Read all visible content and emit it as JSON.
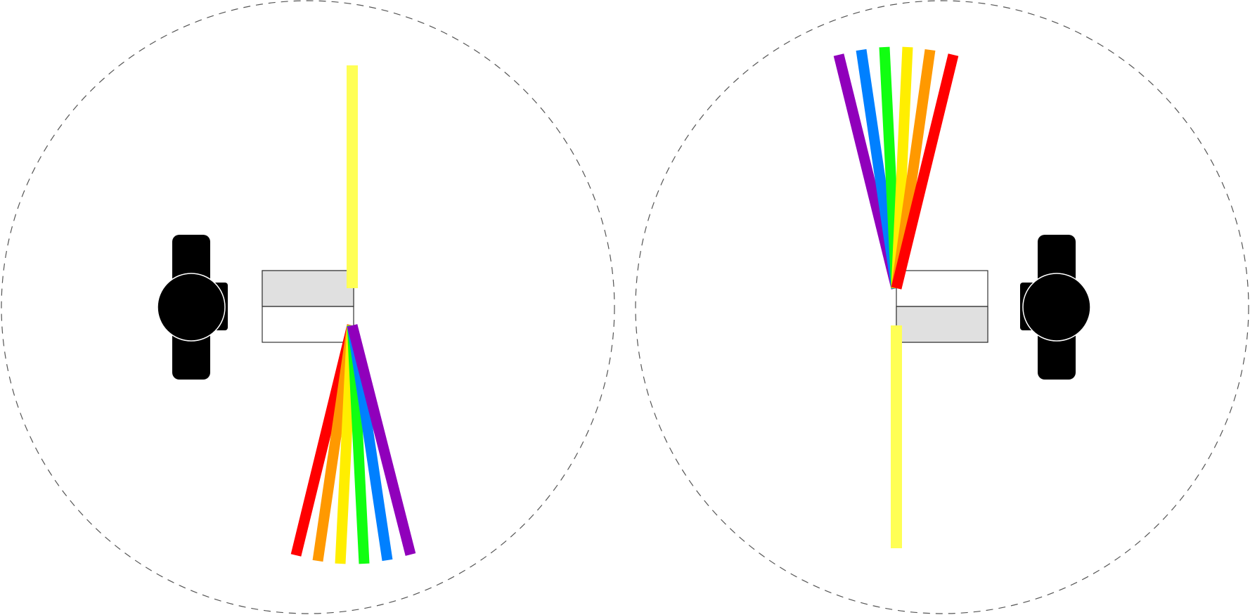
{
  "colors": {
    "background": "#ffffff",
    "circle_stroke": "#555555",
    "incident_beam": "#ffff55",
    "eyepiece": "#000000",
    "grating_shaded": "#e0e0e0",
    "grating_border": "#333333"
  },
  "panels": [
    {
      "id": "left",
      "eyepiece_side": "left",
      "shaded_half": "top",
      "incident_direction": "down",
      "spectrum_direction": "down",
      "spectrum_order": [
        "red",
        "orange",
        "yellow",
        "green",
        "blue",
        "violet"
      ]
    },
    {
      "id": "right",
      "eyepiece_side": "right",
      "shaded_half": "bottom",
      "incident_direction": "up",
      "spectrum_direction": "up",
      "spectrum_order": [
        "violet",
        "blue",
        "green",
        "yellow",
        "orange",
        "red"
      ]
    }
  ],
  "spectrum_colors": {
    "red": "#ff0000",
    "orange": "#ff9900",
    "yellow": "#ffee00",
    "green": "#11ff11",
    "blue": "#0080ff",
    "violet": "#9000bb"
  }
}
